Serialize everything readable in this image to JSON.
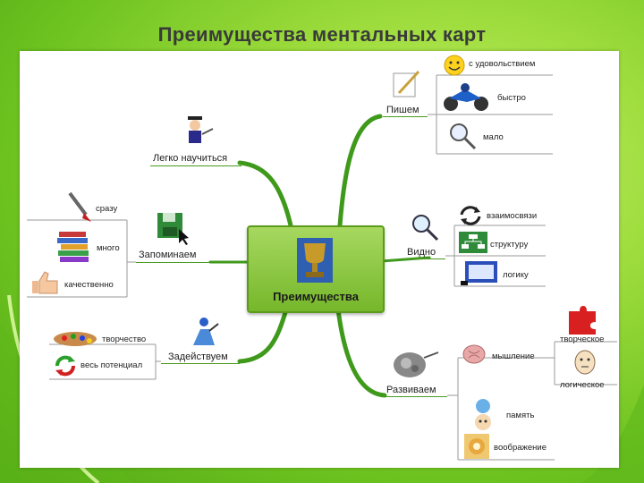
{
  "title": "Преимущества ментальных карт",
  "center": "Преимущества",
  "branches": {
    "learn": {
      "label": "Легко научиться"
    },
    "write": {
      "label": "Пишем",
      "items": [
        "с удовольствием",
        "быстро",
        "мало"
      ]
    },
    "remember": {
      "label": "Запоминаем",
      "items": [
        "сразу",
        "много",
        "качественно"
      ]
    },
    "see": {
      "label": "Видно",
      "items": [
        "взаимосвязи",
        "структуру",
        "логику"
      ]
    },
    "engage": {
      "label": "Задействуем",
      "items": [
        "творчество",
        "весь потенциал"
      ]
    },
    "develop": {
      "label": "Развиваем",
      "items": [
        "мышление",
        "память",
        "воображение"
      ],
      "sub": [
        "творческое",
        "логическое"
      ]
    }
  },
  "colors": {
    "accent": "#4a9a20",
    "center_fill": "#8cc63f"
  }
}
